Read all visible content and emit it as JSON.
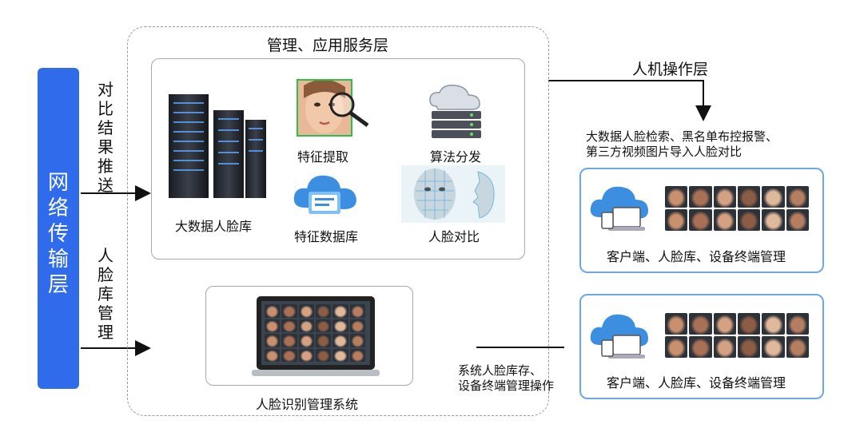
{
  "network_layer": {
    "label": "网络传输层"
  },
  "side_labels": {
    "push": "对比结果推送",
    "manage": "人脸库管理"
  },
  "service_layer": {
    "title": "管理、应用服务层",
    "items": {
      "bigdata": "大数据人脸库",
      "feature_extract": "特征提取",
      "algo": "算法分发",
      "feature_db": "特征数据库",
      "compare": "人脸对比"
    },
    "system": "人脸识别管理系统",
    "ops_note": [
      "系统人脸库存、",
      "设备终端管理操作"
    ]
  },
  "hmi_layer": {
    "title": "人机操作层",
    "desc": [
      "大数据人脸检索、黑名单布控报警、",
      "第三方视频图片导入人脸对比"
    ],
    "client_card_1": "客户端、人脸库、设备终端管理",
    "client_card_2": "客户端、人脸库、设备终端管理"
  },
  "colors": {
    "accent": "#2f6bea",
    "card_border": "#6aa8ea",
    "cloud": "#3c8fe0"
  }
}
